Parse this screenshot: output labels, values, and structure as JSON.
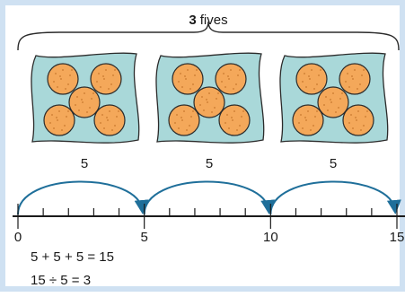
{
  "title": {
    "count": "3",
    "word": "fives"
  },
  "groups": [
    {
      "label": "5",
      "circles": 5
    },
    {
      "label": "5",
      "circles": 5
    },
    {
      "label": "5",
      "circles": 5
    }
  ],
  "number_line": {
    "labels": [
      "0",
      "5",
      "10",
      "15"
    ],
    "min": 0,
    "max": 15,
    "tick_step": 1,
    "jump_size": 5
  },
  "equations": [
    "5 + 5 + 5 = 15",
    "15 ÷ 5 = 3"
  ],
  "colors": {
    "bag_fill": "#a9d8d9",
    "bag_stroke": "#2b2b2b",
    "biscuit_fill": "#f4a85a",
    "biscuit_dot": "#c9782f",
    "arrow": "#1f6f9a",
    "frame": "#cfe1f2"
  }
}
